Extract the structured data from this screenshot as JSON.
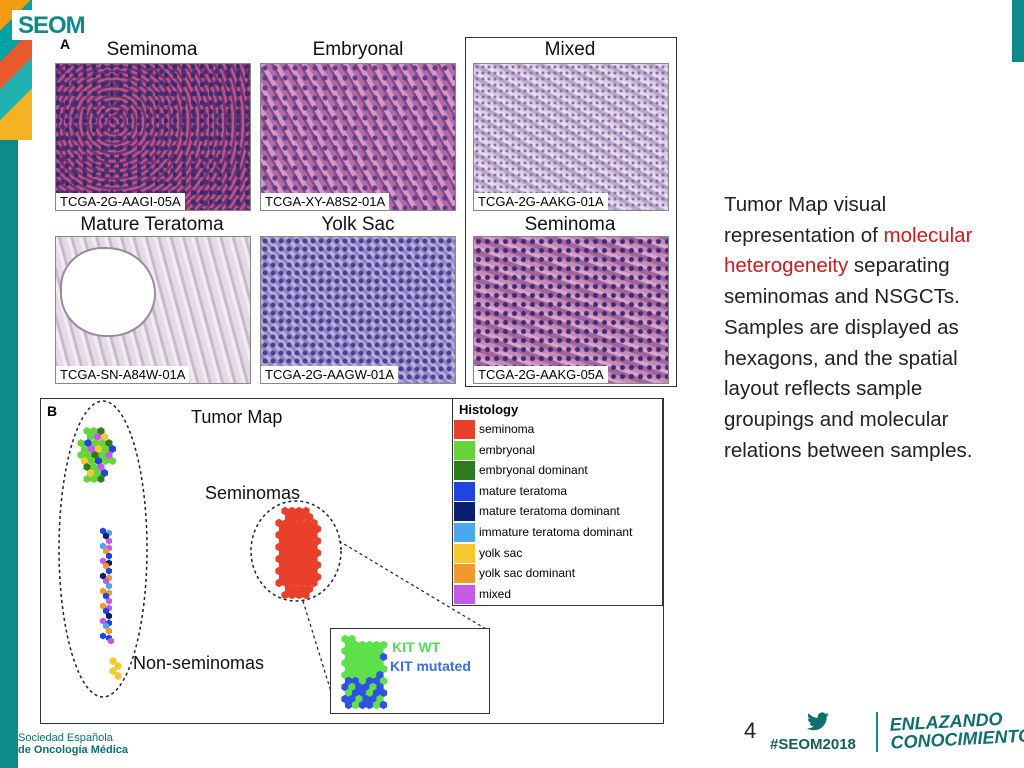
{
  "header": {
    "logo_text": "SEOM"
  },
  "panel_a": {
    "letter": "A",
    "tiles": [
      {
        "title": "Seminoma",
        "sample_id": "TCGA-2G-AAGI-05A"
      },
      {
        "title": "Embryonal",
        "sample_id": "TCGA-XY-A8S2-01A"
      },
      {
        "title": "Mixed",
        "sample_id": "TCGA-2G-AAKG-01A"
      },
      {
        "title": "Mature Teratoma",
        "sample_id": "TCGA-SN-A84W-01A"
      },
      {
        "title": "Yolk Sac",
        "sample_id": "TCGA-2G-AAGW-01A"
      },
      {
        "title": "Seminoma",
        "sample_id": "TCGA-2G-AAKG-05A"
      }
    ]
  },
  "panel_b": {
    "letter": "B",
    "title": "Tumor Map",
    "cluster_labels": {
      "seminomas": "Seminomas",
      "non_seminomas": "Non-seminomas"
    },
    "legend": {
      "title": "Histology",
      "items": [
        {
          "label": "seminoma",
          "color": "#e8402a"
        },
        {
          "label": "embryonal",
          "color": "#66d43a"
        },
        {
          "label": "embryonal dominant",
          "color": "#2f7a1f"
        },
        {
          "label": "mature teratoma",
          "color": "#1f44e0"
        },
        {
          "label": "mature teratoma dominant",
          "color": "#0a1f6e"
        },
        {
          "label": "immature teratoma dominant",
          "color": "#4aa8ee"
        },
        {
          "label": "yolk sac",
          "color": "#f7c72e"
        },
        {
          "label": "yolk sac dominant",
          "color": "#f09a2e"
        },
        {
          "label": "mixed",
          "color": "#c35ae8"
        }
      ]
    },
    "inset": {
      "kit_wt": "KIT WT",
      "kit_mutated": "KIT mutated"
    }
  },
  "caption": {
    "part1": "Tumor Map visual representation of ",
    "highlight": "molecular heterogeneity",
    "part2": " separating seminomas and NSGCTs. Samples are displayed as hexagons, and the spatial layout reflects sample groupings and molecular relations between samples.",
    "highlight_color": "#d01a1a"
  },
  "footer": {
    "page_number": "4",
    "hashtag": "#SEOM2018",
    "slogan_line1": "ENLAZANDO",
    "slogan_line2": "CONOCIMIENTO",
    "org_line1": "Sociedad Española",
    "org_line2": "de Oncología Médica",
    "twitter_icon": "twitter-bird-icon"
  }
}
